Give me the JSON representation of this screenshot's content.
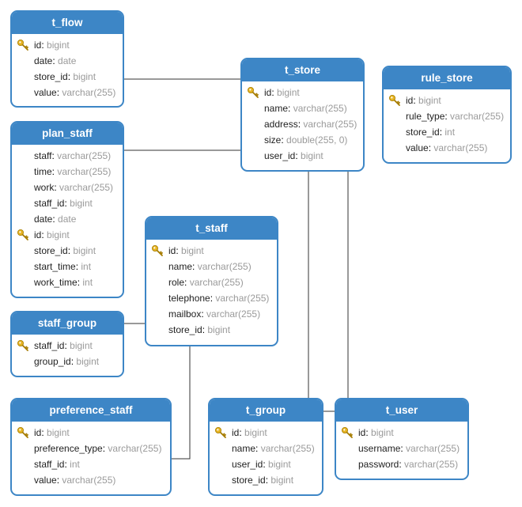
{
  "colors": {
    "header_bg": "#3d86c6",
    "border": "#3d86c6",
    "key_icon": "#e6b422",
    "connector": "#333333"
  },
  "tables": [
    {
      "id": "t_flow",
      "title": "t_flow",
      "fields": [
        {
          "name": "id",
          "type": "bigint",
          "key": true
        },
        {
          "name": "date",
          "type": "date"
        },
        {
          "name": "store_id",
          "type": "bigint"
        },
        {
          "name": "value",
          "type": "varchar(255)"
        }
      ]
    },
    {
      "id": "t_store",
      "title": "t_store",
      "fields": [
        {
          "name": "id",
          "type": "bigint",
          "key": true
        },
        {
          "name": "name",
          "type": "varchar(255)"
        },
        {
          "name": "address",
          "type": "varchar(255)"
        },
        {
          "name": "size",
          "type": "double(255, 0)"
        },
        {
          "name": "user_id",
          "type": "bigint"
        }
      ]
    },
    {
      "id": "rule_store",
      "title": "rule_store",
      "fields": [
        {
          "name": "id",
          "type": "bigint",
          "key": true
        },
        {
          "name": "rule_type",
          "type": "varchar(255)"
        },
        {
          "name": "store_id",
          "type": "int"
        },
        {
          "name": "value",
          "type": "varchar(255)"
        }
      ]
    },
    {
      "id": "plan_staff",
      "title": "plan_staff",
      "fields": [
        {
          "name": "staff",
          "type": "varchar(255)"
        },
        {
          "name": "time",
          "type": "varchar(255)"
        },
        {
          "name": "work",
          "type": "varchar(255)"
        },
        {
          "name": "staff_id",
          "type": "bigint"
        },
        {
          "name": "date",
          "type": "date"
        },
        {
          "name": "id",
          "type": "bigint",
          "key": true
        },
        {
          "name": "store_id",
          "type": "bigint"
        },
        {
          "name": "start_time",
          "type": "int"
        },
        {
          "name": "work_time",
          "type": "int"
        }
      ]
    },
    {
      "id": "t_staff",
      "title": "t_staff",
      "fields": [
        {
          "name": "id",
          "type": "bigint",
          "key": true
        },
        {
          "name": "name",
          "type": "varchar(255)"
        },
        {
          "name": "role",
          "type": "varchar(255)"
        },
        {
          "name": "telephone",
          "type": "varchar(255)"
        },
        {
          "name": "mailbox",
          "type": "varchar(255)"
        },
        {
          "name": "store_id",
          "type": "bigint"
        }
      ]
    },
    {
      "id": "staff_group",
      "title": "staff_group",
      "fields": [
        {
          "name": "staff_id",
          "type": "bigint",
          "key": true
        },
        {
          "name": "group_id",
          "type": "bigint"
        }
      ]
    },
    {
      "id": "preference_staff",
      "title": "preference_staff",
      "fields": [
        {
          "name": "id",
          "type": "bigint",
          "key": true
        },
        {
          "name": "preference_type",
          "type": "varchar(255)"
        },
        {
          "name": "staff_id",
          "type": "int"
        },
        {
          "name": "value",
          "type": "varchar(255)"
        }
      ]
    },
    {
      "id": "t_group",
      "title": "t_group",
      "fields": [
        {
          "name": "id",
          "type": "bigint",
          "key": true
        },
        {
          "name": "name",
          "type": "varchar(255)"
        },
        {
          "name": "user_id",
          "type": "bigint"
        },
        {
          "name": "store_id",
          "type": "bigint"
        }
      ]
    },
    {
      "id": "t_user",
      "title": "t_user",
      "fields": [
        {
          "name": "id",
          "type": "bigint",
          "key": true
        },
        {
          "name": "username",
          "type": "varchar(255)"
        },
        {
          "name": "password",
          "type": "varchar(255)"
        }
      ]
    }
  ],
  "relations": [
    {
      "from": "t_flow",
      "to": "t_store"
    },
    {
      "from": "plan_staff",
      "to": "t_store"
    },
    {
      "from": "staff_group",
      "to": "t_staff"
    },
    {
      "from": "preference_staff",
      "to": "t_staff"
    },
    {
      "from": "t_group",
      "to": "t_store"
    },
    {
      "from": "t_user",
      "to": "t_store"
    },
    {
      "from": "t_group",
      "to": "t_user"
    }
  ]
}
